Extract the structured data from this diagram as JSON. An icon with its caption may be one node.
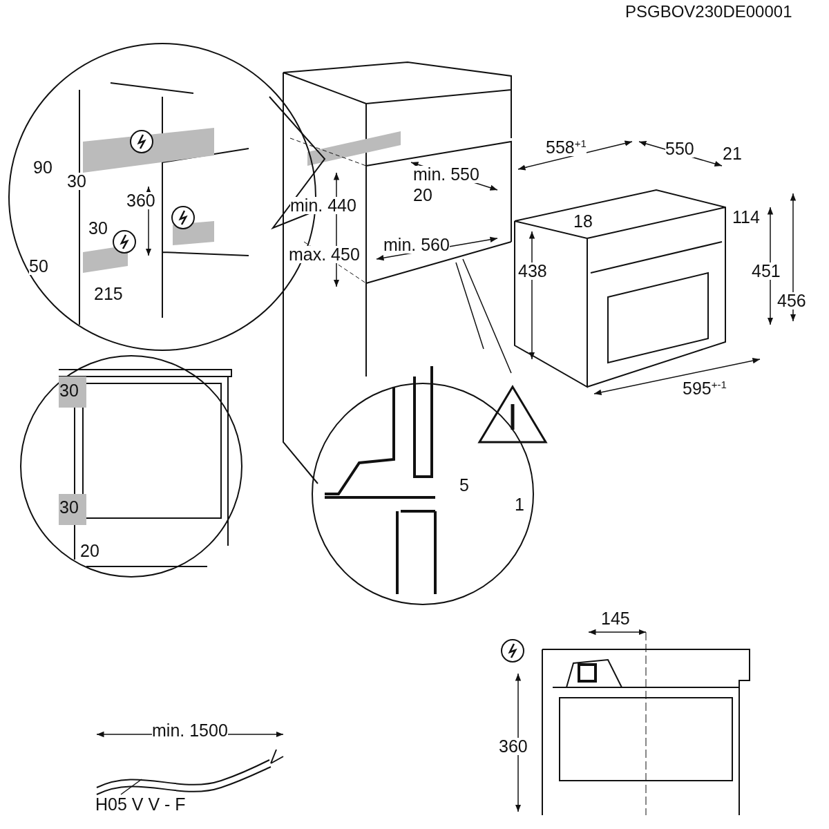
{
  "diagram": {
    "nodes": [
      {
        "text": [
          "H05 V V - F"
        ]
      },
      {
        "text": [],
        "shape": "picture",
        "beside": [
          "min. 1500"
        ]
      }
    ],
    "edges": [
      {
        "from": 0,
        "to": 1,
        "arrow": "none"
      }
    ],
    "labels": [
      "PSGBOV230DE00001",
      "90",
      "30",
      "360",
      "30",
      "50",
      "215",
      "min. 550",
      "20",
      "min. 440",
      "max. 450",
      "min. 560",
      "558$^{+1}$",
      "550",
      "21",
      "18",
      "114",
      "438",
      "451",
      "456",
      "30",
      "595$^{+-1}$",
      "30",
      "20",
      "5",
      "1",
      "145",
      "360"
    ]
  }
}
